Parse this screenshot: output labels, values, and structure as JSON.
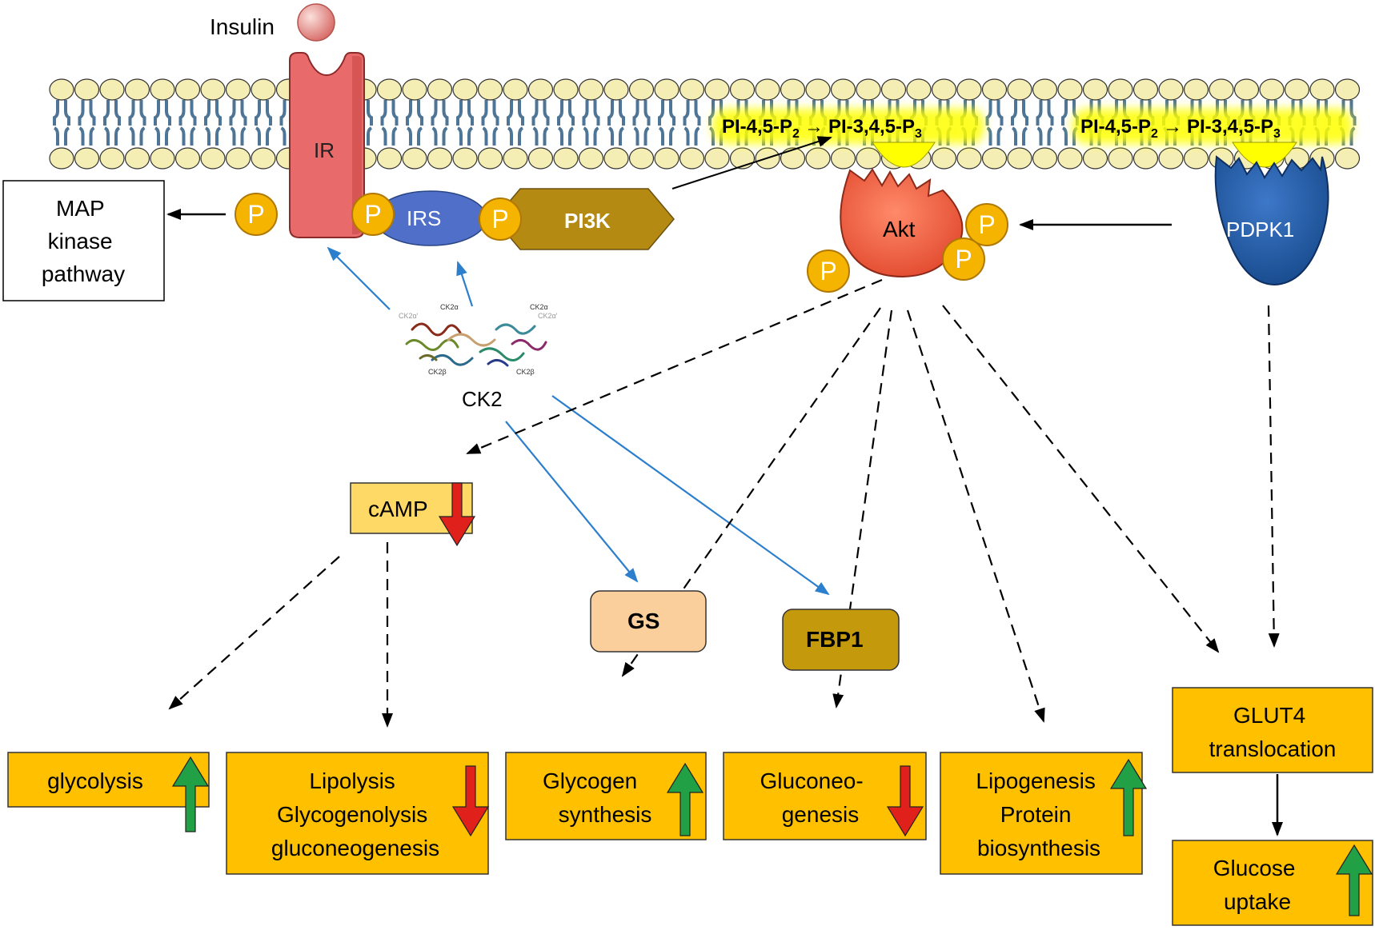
{
  "ligand": {
    "label": "Insulin"
  },
  "receptor": {
    "label": "IR"
  },
  "substrate": {
    "label": "IRS"
  },
  "pi3k": {
    "label": "PI3K"
  },
  "phospho": {
    "label": "P"
  },
  "lipid_conversion": {
    "from": "PI-4,5-P",
    "from_sub": "2",
    "arrow": "→",
    "to": "PI-3,4,5-P",
    "to_sub": "3"
  },
  "akt": {
    "label": "Akt"
  },
  "pdpk1": {
    "label": "PDPK1"
  },
  "map_kinase": {
    "lines": [
      "MAP",
      "kinase",
      "pathway"
    ]
  },
  "ck2": {
    "label": "CK2",
    "subunits": [
      "CK2α",
      "CK2α'",
      "CK2β",
      "CK2β",
      "CK2α",
      "CK2α'"
    ]
  },
  "camp": {
    "label": "cAMP"
  },
  "gs": {
    "label": "GS"
  },
  "fbp1": {
    "label": "FBP1"
  },
  "outcomes": {
    "glycolysis": {
      "lines": [
        "glycolysis"
      ]
    },
    "lipolysis": {
      "lines": [
        "Lipolysis",
        "Glycogenolysis",
        "gluconeogenesis"
      ]
    },
    "glycogen": {
      "lines": [
        "Glycogen",
        "synthesis"
      ]
    },
    "gluconeo": {
      "lines": [
        "Gluconeo-",
        "genesis"
      ]
    },
    "lipogenesis": {
      "lines": [
        "Lipogenesis",
        "Protein",
        "biosynthesis"
      ]
    },
    "glut4": {
      "lines": [
        "GLUT4",
        "translocation"
      ]
    },
    "glucose": {
      "lines": [
        "Glucose",
        "uptake"
      ]
    }
  },
  "colors": {
    "membrane_head": "#f5eeb4",
    "membrane_tail": "#4e7596",
    "receptor": "#e86a6a",
    "irs": "#4f6fc9",
    "pi3k": "#b58a12",
    "phospho": "#f4b400",
    "akt": "#f05a40",
    "pdpk1": "#1f56a0",
    "highlight": "#ffff00",
    "outcome_box": "#ffc000",
    "camp_box": "#ffd966",
    "gs_box": "#fbcf9c",
    "fbp1_box": "#c49a0c",
    "up_arrow": "#22a045",
    "down_arrow": "#e0201a",
    "ck2_arrow": "#2b7fcc"
  }
}
